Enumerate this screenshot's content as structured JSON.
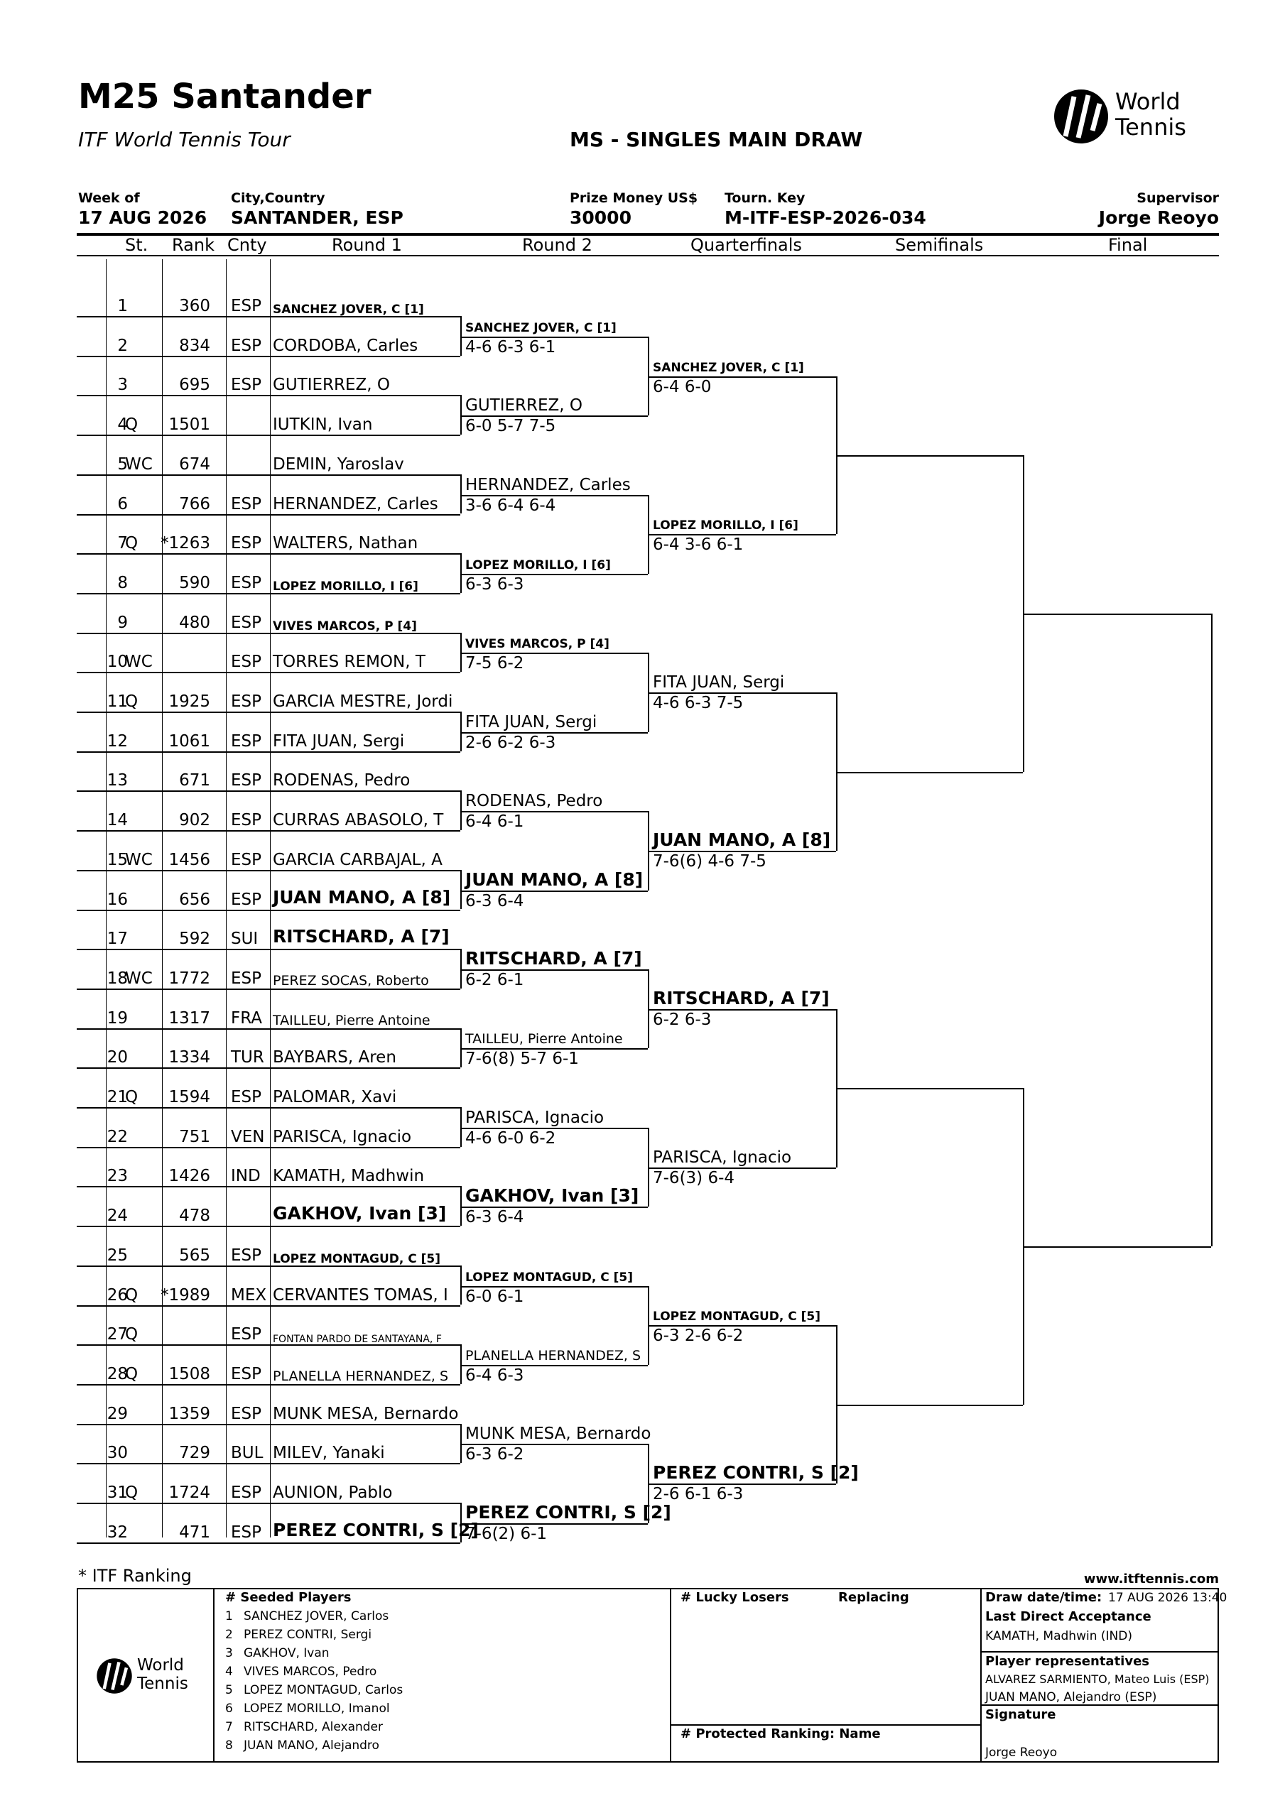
{
  "header": {
    "title": "M25 Santander",
    "subtitle": "ITF World Tennis Tour",
    "draw_title": "MS - SINGLES MAIN DRAW",
    "logo_text": [
      "World",
      "Tennis"
    ]
  },
  "meta": {
    "week_label": "Week of",
    "week_value": "17 AUG 2026",
    "city_label": "City,Country",
    "city_value": "SANTANDER, ESP",
    "prize_label": "Prize Money US$",
    "prize_value": "30000",
    "key_label": "Tourn. Key",
    "key_value": "M-ITF-ESP-2026-034",
    "supervisor_label": "Supervisor",
    "supervisor_value": "Jorge Reoyo"
  },
  "columns": {
    "st": "St.",
    "rank": "Rank",
    "cnty": "Cnty",
    "round1": "Round 1",
    "round2": "Round 2",
    "qf": "Quarterfinals",
    "sf": "Semifinals",
    "final": "Final"
  },
  "players": [
    {
      "no": "1",
      "st": "",
      "rank": "360",
      "cnty": "ESP",
      "name": "SANCHEZ JOVER, C [1]",
      "style": "sb"
    },
    {
      "no": "2",
      "st": "",
      "rank": "834",
      "cnty": "ESP",
      "name": "CORDOBA, Carles",
      "style": "n"
    },
    {
      "no": "3",
      "st": "",
      "rank": "695",
      "cnty": "ESP",
      "name": "GUTIERREZ, O",
      "style": "n"
    },
    {
      "no": "4",
      "st": "Q",
      "rank": "1501",
      "cnty": "",
      "name": "IUTKIN, Ivan",
      "style": "n"
    },
    {
      "no": "5",
      "st": "WC",
      "rank": "674",
      "cnty": "",
      "name": "DEMIN, Yaroslav",
      "style": "n"
    },
    {
      "no": "6",
      "st": "",
      "rank": "766",
      "cnty": "ESP",
      "name": "HERNANDEZ, Carles",
      "style": "n"
    },
    {
      "no": "7",
      "st": "Q",
      "rank": "*1263",
      "cnty": "ESP",
      "name": "WALTERS, Nathan",
      "style": "n"
    },
    {
      "no": "8",
      "st": "",
      "rank": "590",
      "cnty": "ESP",
      "name": "LOPEZ MORILLO, I [6]",
      "style": "sb"
    },
    {
      "no": "9",
      "st": "",
      "rank": "480",
      "cnty": "ESP",
      "name": "VIVES MARCOS, P [4]",
      "style": "sb"
    },
    {
      "no": "10",
      "st": "WC",
      "rank": "",
      "cnty": "ESP",
      "name": "TORRES REMON, T",
      "style": "n"
    },
    {
      "no": "11",
      "st": "Q",
      "rank": "1925",
      "cnty": "ESP",
      "name": "GARCIA MESTRE, Jordi",
      "style": "n"
    },
    {
      "no": "12",
      "st": "",
      "rank": "1061",
      "cnty": "ESP",
      "name": "FITA JUAN, Sergi",
      "style": "n"
    },
    {
      "no": "13",
      "st": "",
      "rank": "671",
      "cnty": "ESP",
      "name": "RODENAS, Pedro",
      "style": "n"
    },
    {
      "no": "14",
      "st": "",
      "rank": "902",
      "cnty": "ESP",
      "name": "CURRAS ABASOLO, T",
      "style": "n"
    },
    {
      "no": "15",
      "st": "WC",
      "rank": "1456",
      "cnty": "ESP",
      "name": "GARCIA CARBAJAL, A",
      "style": "n"
    },
    {
      "no": "16",
      "st": "",
      "rank": "656",
      "cnty": "ESP",
      "name": "JUAN MANO, A [8]",
      "style": "b"
    },
    {
      "no": "17",
      "st": "",
      "rank": "592",
      "cnty": "SUI",
      "name": "RITSCHARD, A [7]",
      "style": "b"
    },
    {
      "no": "18",
      "st": "WC",
      "rank": "1772",
      "cnty": "ESP",
      "name": "PEREZ SOCAS, Roberto",
      "style": "s"
    },
    {
      "no": "19",
      "st": "",
      "rank": "1317",
      "cnty": "FRA",
      "name": "TAILLEU, Pierre Antoine",
      "style": "s"
    },
    {
      "no": "20",
      "st": "",
      "rank": "1334",
      "cnty": "TUR",
      "name": "BAYBARS, Aren",
      "style": "n"
    },
    {
      "no": "21",
      "st": "Q",
      "rank": "1594",
      "cnty": "ESP",
      "name": "PALOMAR, Xavi",
      "style": "n"
    },
    {
      "no": "22",
      "st": "",
      "rank": "751",
      "cnty": "VEN",
      "name": "PARISCA, Ignacio",
      "style": "n"
    },
    {
      "no": "23",
      "st": "",
      "rank": "1426",
      "cnty": "IND",
      "name": "KAMATH, Madhwin",
      "style": "n"
    },
    {
      "no": "24",
      "st": "",
      "rank": "478",
      "cnty": "",
      "name": "GAKHOV, Ivan [3]",
      "style": "b"
    },
    {
      "no": "25",
      "st": "",
      "rank": "565",
      "cnty": "ESP",
      "name": "LOPEZ MONTAGUD, C [5]",
      "style": "sb"
    },
    {
      "no": "26",
      "st": "Q",
      "rank": "*1989",
      "cnty": "MEX",
      "name": "CERVANTES TOMAS, I",
      "style": "n"
    },
    {
      "no": "27",
      "st": "Q",
      "rank": "",
      "cnty": "ESP",
      "name": "FONTAN PARDO DE SANTAYANA, F",
      "style": "xs"
    },
    {
      "no": "28",
      "st": "Q",
      "rank": "1508",
      "cnty": "ESP",
      "name": "PLANELLA HERNANDEZ, S",
      "style": "s"
    },
    {
      "no": "29",
      "st": "",
      "rank": "1359",
      "cnty": "ESP",
      "name": "MUNK MESA, Bernardo",
      "style": "n"
    },
    {
      "no": "30",
      "st": "",
      "rank": "729",
      "cnty": "BUL",
      "name": "MILEV, Yanaki",
      "style": "n"
    },
    {
      "no": "31",
      "st": "Q",
      "rank": "1724",
      "cnty": "ESP",
      "name": "AUNION, Pablo",
      "style": "n"
    },
    {
      "no": "32",
      "st": "",
      "rank": "471",
      "cnty": "ESP",
      "name": "PEREZ CONTRI, S [2]",
      "style": "b"
    }
  ],
  "round2": [
    {
      "name": "SANCHEZ JOVER, C [1]",
      "score": "4-6 6-3 6-1",
      "style": "sb"
    },
    {
      "name": "GUTIERREZ, O",
      "score": "6-0 5-7 7-5",
      "style": "n"
    },
    {
      "name": "HERNANDEZ, Carles",
      "score": "3-6 6-4 6-4",
      "style": "n"
    },
    {
      "name": "LOPEZ MORILLO, I [6]",
      "score": "6-3 6-3",
      "style": "sb"
    },
    {
      "name": "VIVES MARCOS, P [4]",
      "score": "7-5 6-2",
      "style": "sb"
    },
    {
      "name": "FITA JUAN, Sergi",
      "score": "2-6 6-2 6-3",
      "style": "n"
    },
    {
      "name": "RODENAS, Pedro",
      "score": "6-4 6-1",
      "style": "n"
    },
    {
      "name": "JUAN MANO, A [8]",
      "score": "6-3 6-4",
      "style": "b"
    },
    {
      "name": "RITSCHARD, A [7]",
      "score": "6-2 6-1",
      "style": "b"
    },
    {
      "name": "TAILLEU, Pierre Antoine",
      "score": "7-6(8) 5-7 6-1",
      "style": "s"
    },
    {
      "name": "PARISCA, Ignacio",
      "score": "4-6 6-0 6-2",
      "style": "n"
    },
    {
      "name": "GAKHOV, Ivan [3]",
      "score": "6-3 6-4",
      "style": "b"
    },
    {
      "name": "LOPEZ MONTAGUD, C [5]",
      "score": "6-0 6-1",
      "style": "sb"
    },
    {
      "name": "PLANELLA HERNANDEZ, S",
      "score": "6-4 6-3",
      "style": "s"
    },
    {
      "name": "MUNK MESA, Bernardo",
      "score": "6-3 6-2",
      "style": "n"
    },
    {
      "name": "PEREZ CONTRI, S [2]",
      "score": "7-6(2) 6-1",
      "style": "b"
    }
  ],
  "quarterfinals": [
    {
      "name": "SANCHEZ JOVER, C [1]",
      "score": "6-4 6-0",
      "style": "sb"
    },
    {
      "name": "LOPEZ MORILLO, I [6]",
      "score": "6-4 3-6 6-1",
      "style": "sb"
    },
    {
      "name": "FITA JUAN, Sergi",
      "score": "4-6 6-3 7-5",
      "style": "n"
    },
    {
      "name": "JUAN MANO, A [8]",
      "score": "7-6(6) 4-6 7-5",
      "style": "b"
    },
    {
      "name": "RITSCHARD, A [7]",
      "score": "6-2 6-3",
      "style": "b"
    },
    {
      "name": "PARISCA, Ignacio",
      "score": "7-6(3) 6-4",
      "style": "n"
    },
    {
      "name": "LOPEZ MONTAGUD, C [5]",
      "score": "6-3 2-6 6-2",
      "style": "sb"
    },
    {
      "name": "PEREZ CONTRI, S [2]",
      "score": "2-6 6-1 6-3",
      "style": "b"
    }
  ],
  "footer": {
    "itf_ranking": "* ITF Ranking",
    "website": "www.itftennis.com",
    "seeded_header": "#  Seeded Players",
    "seeded": [
      {
        "no": "1",
        "name": "SANCHEZ JOVER, Carlos"
      },
      {
        "no": "2",
        "name": "PEREZ CONTRI, Sergi"
      },
      {
        "no": "3",
        "name": "GAKHOV, Ivan"
      },
      {
        "no": "4",
        "name": "VIVES MARCOS, Pedro"
      },
      {
        "no": "5",
        "name": "LOPEZ MONTAGUD, Carlos"
      },
      {
        "no": "6",
        "name": "LOPEZ MORILLO, Imanol"
      },
      {
        "no": "7",
        "name": "RITSCHARD, Alexander"
      },
      {
        "no": "8",
        "name": "JUAN MANO, Alejandro"
      }
    ],
    "lucky_losers": "#  Lucky Losers",
    "replacing": "Replacing",
    "protected": "#  Protected Ranking: Name",
    "draw_date_label": "Draw date/time:",
    "draw_date_value": "17 AUG 2026 13:40",
    "lda_label": "Last Direct Acceptance",
    "lda_value": "KAMATH, Madhwin (IND)",
    "reps_label": "Player representatives",
    "rep1": "ALVAREZ SARMIENTO, Mateo Luis (ESP)",
    "rep2": "JUAN MANO, Alejandro (ESP)",
    "signature_label": "Signature",
    "signature_value": "Jorge Reoyo"
  }
}
